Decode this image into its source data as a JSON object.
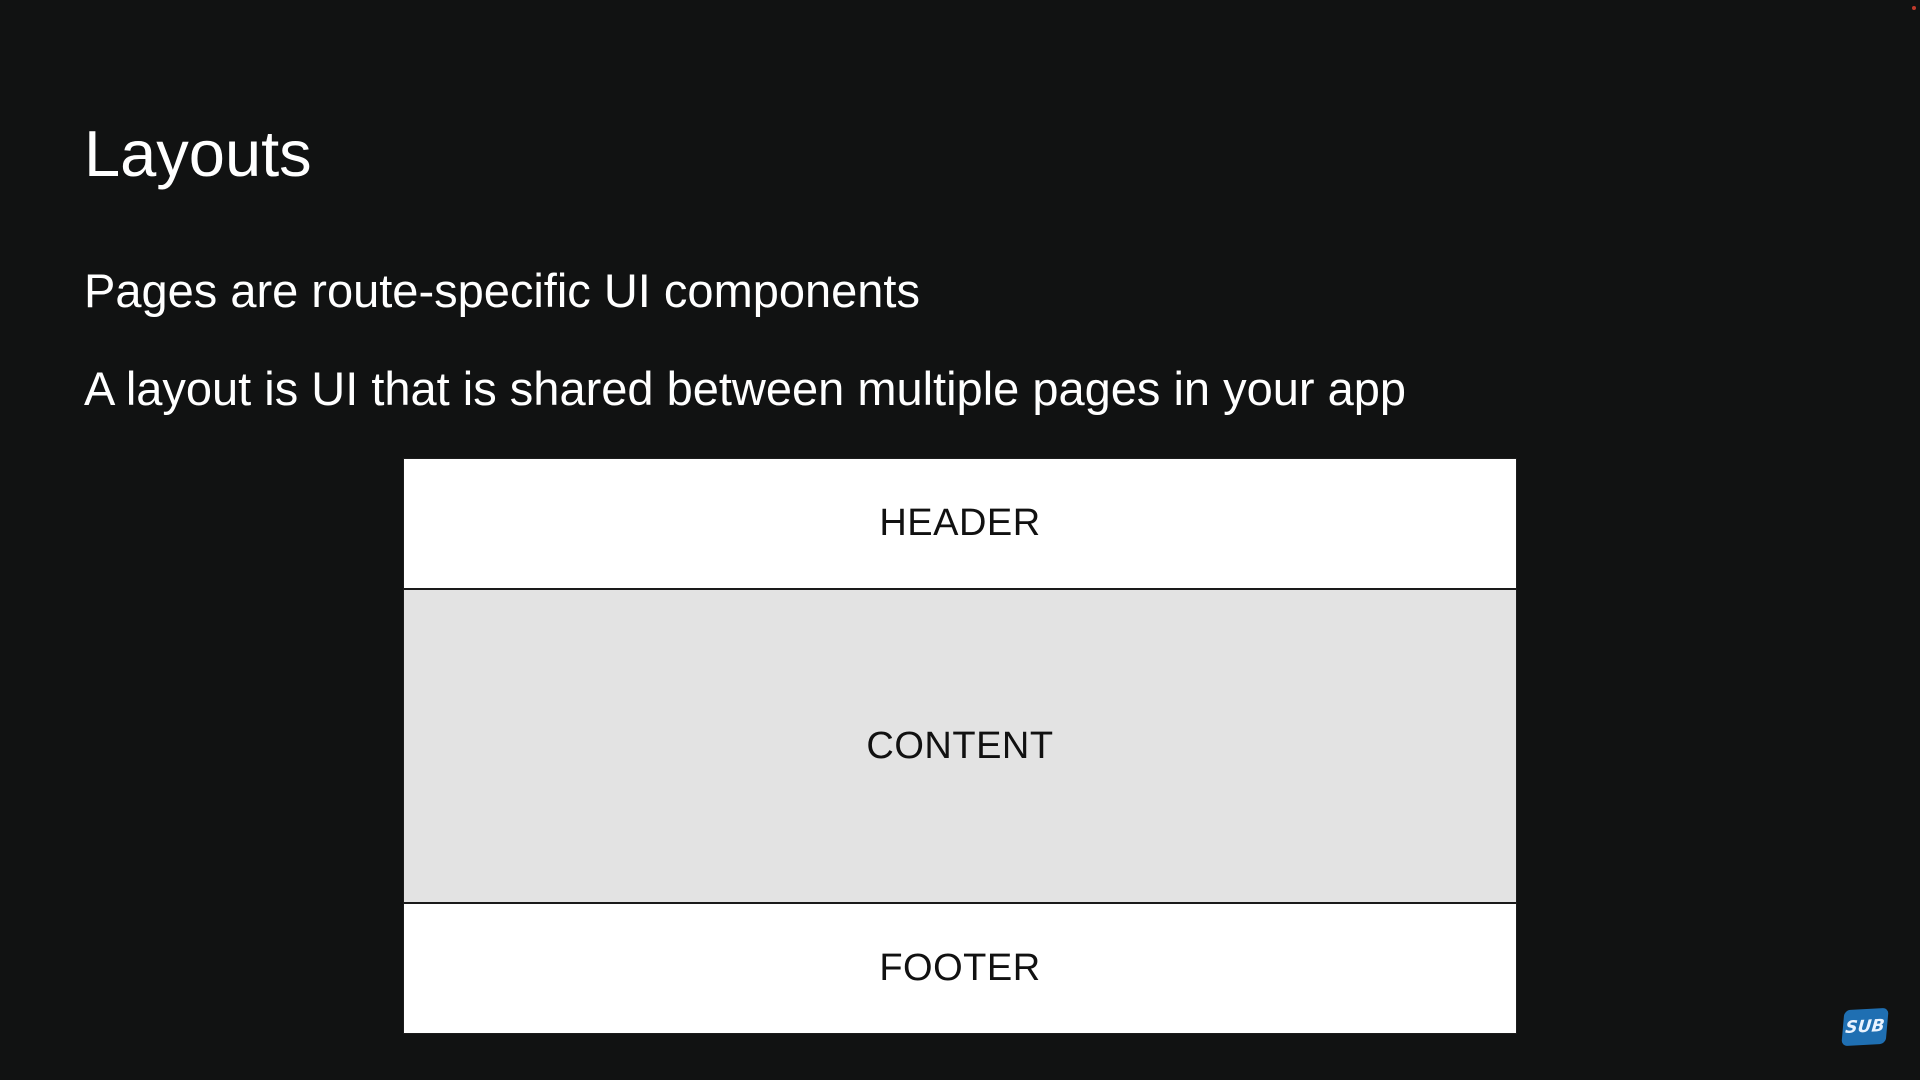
{
  "slide": {
    "title": "Layouts",
    "bullets": [
      "Pages are route-specific UI components",
      "A layout is UI that is shared between multiple pages in your app"
    ]
  },
  "diagram": {
    "header_label": "HEADER",
    "content_label": "CONTENT",
    "footer_label": "FOOTER"
  },
  "overlay": {
    "badge_text": "SUB",
    "badge_color": "#1f6fb2",
    "background_color": "#111212"
  }
}
